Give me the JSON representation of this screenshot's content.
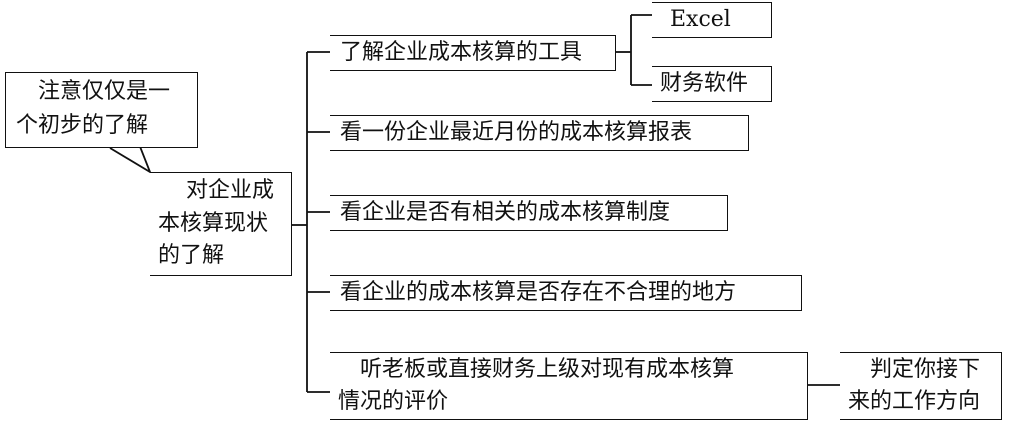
{
  "diagram": {
    "callout": {
      "lines": [
        "注意仅仅是一",
        "个初步的了解"
      ]
    },
    "root": {
      "lines": [
        "对企业成",
        "本核算现状",
        "的了解"
      ]
    },
    "branches": [
      {
        "label": "了解企业成本核算的工具"
      },
      {
        "label": "看一份企业最近月份的成本核算报表"
      },
      {
        "label": "看企业是否有相关的成本核算制度"
      },
      {
        "label": "看企业的成本核算是否存在不合理的地方"
      },
      {
        "lines": [
          "听老板或直接财务上级对现有成本核算",
          "情况的评价"
        ]
      }
    ],
    "tools": [
      "Excel",
      "财务软件"
    ],
    "outcome": {
      "lines": [
        "判定你接下",
        "来的工作方向"
      ]
    }
  }
}
